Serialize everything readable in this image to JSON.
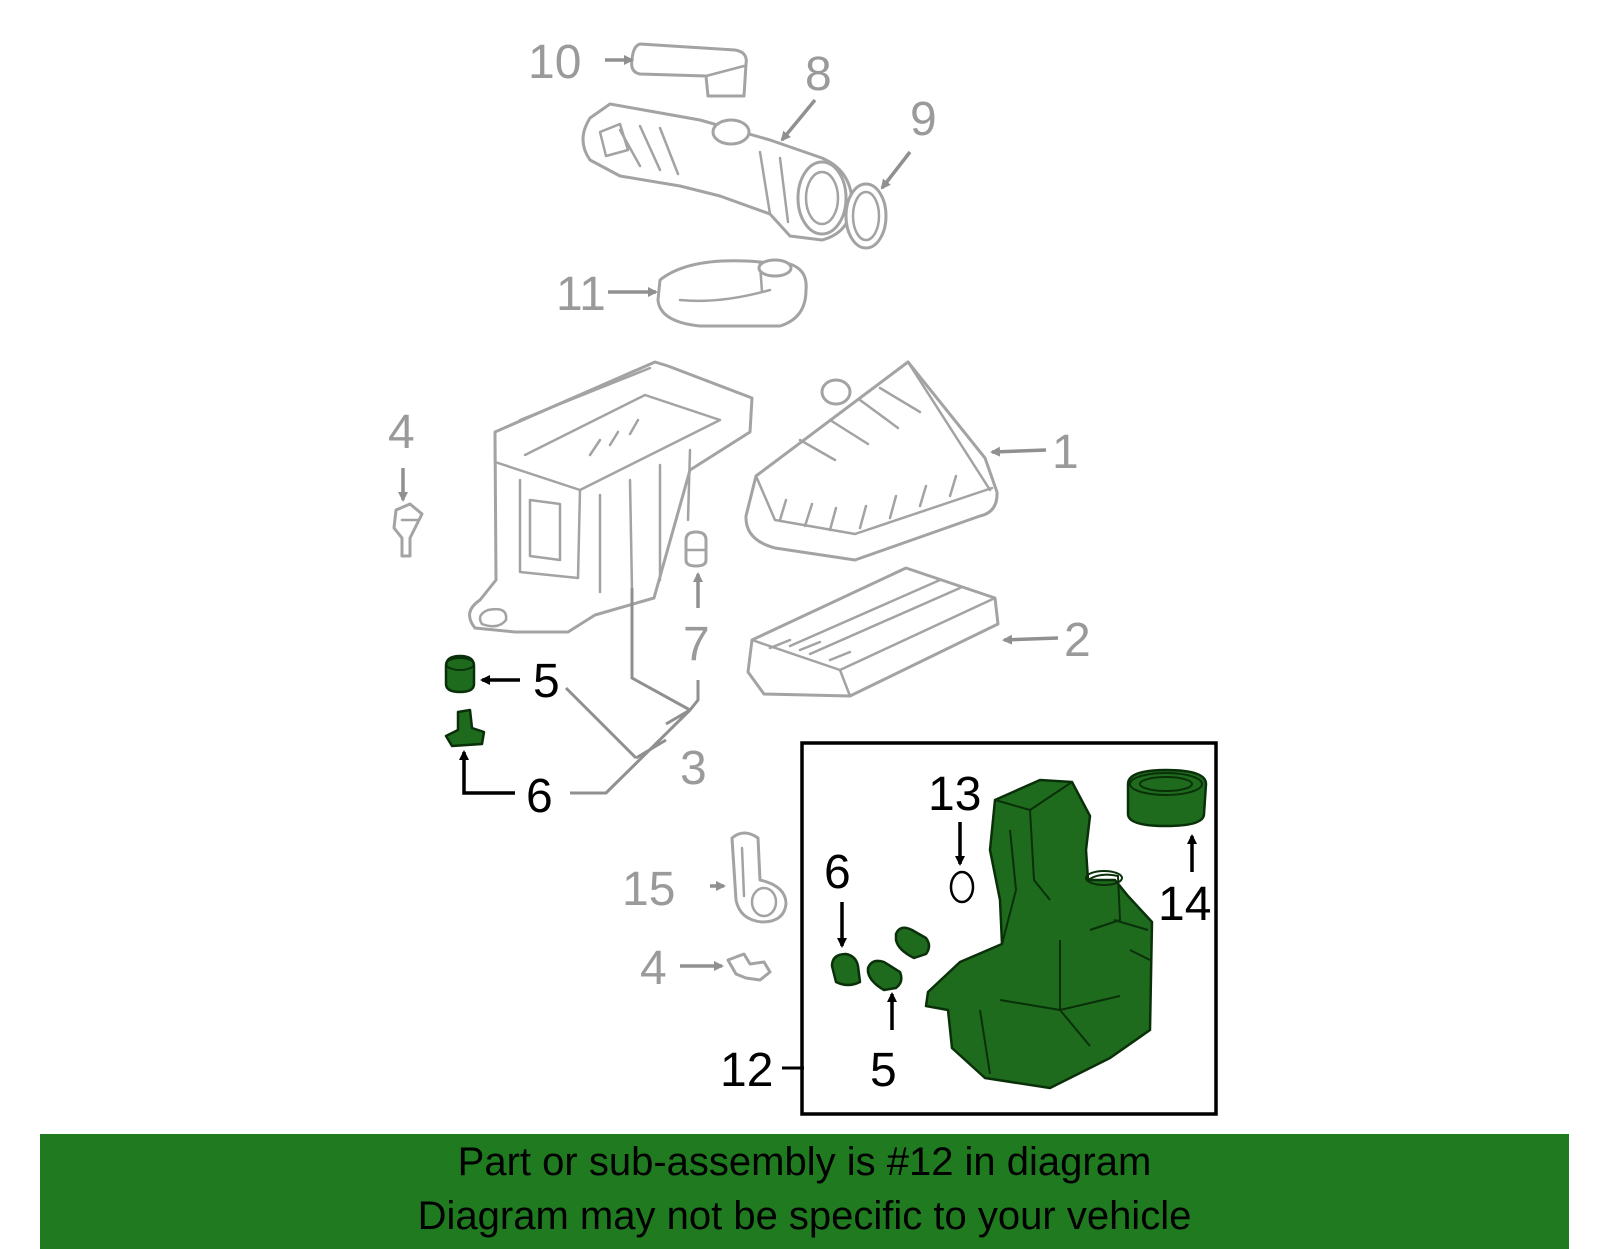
{
  "callouts": {
    "c10": "10",
    "c8": "8",
    "c9": "9",
    "c11": "11",
    "c4a": "4",
    "c1": "1",
    "c7": "7",
    "c2": "2",
    "c5a": "5",
    "c6a": "6",
    "c3": "3",
    "c13": "13",
    "c6b": "6",
    "c14": "14",
    "c15": "15",
    "c4b": "4",
    "c12": "12",
    "c5b": "5"
  },
  "footer": {
    "line1": "Part or sub-assembly is #12 in diagram",
    "line2": "Diagram may not be specific to your vehicle"
  },
  "colors": {
    "highlight": "#1e6b1e",
    "banner": "#207a20",
    "callout_gray": "#9a9a9a"
  }
}
